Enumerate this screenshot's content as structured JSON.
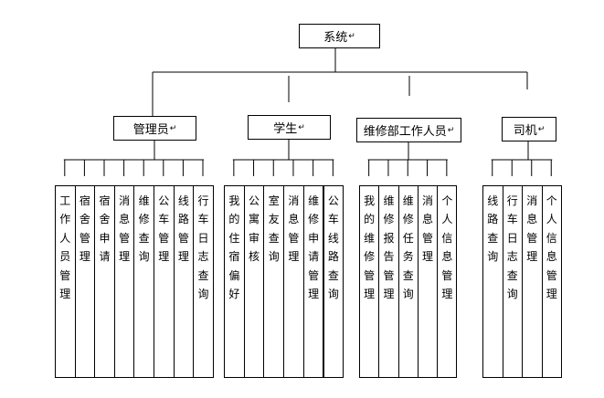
{
  "root": {
    "label": "系统",
    "mark": "↵"
  },
  "groups": [
    {
      "label": "管理员",
      "mark": "↵",
      "leaves": [
        "工作人员管理",
        "宿舍管理",
        "宿舍申请",
        "消息管理",
        "维修查询",
        "公车管理",
        "线路管理",
        "行车日志查询"
      ]
    },
    {
      "label": "学生",
      "mark": "↵",
      "leaves": [
        "我的住宿偏好",
        "公寓审核",
        "室友查询",
        "消息管理",
        "维修申请管理",
        "公车线路查询"
      ]
    },
    {
      "label": "维修部工作人员",
      "mark": "↵",
      "leaves": [
        "我的维修管理",
        "维修报告管理",
        "维修任务查询",
        "消息管理",
        "个人信息管理"
      ]
    },
    {
      "label": "司机",
      "mark": "↵",
      "leaves": [
        "线路查询",
        "行车日志查询",
        "消息管理",
        "个人信息管理"
      ]
    }
  ]
}
